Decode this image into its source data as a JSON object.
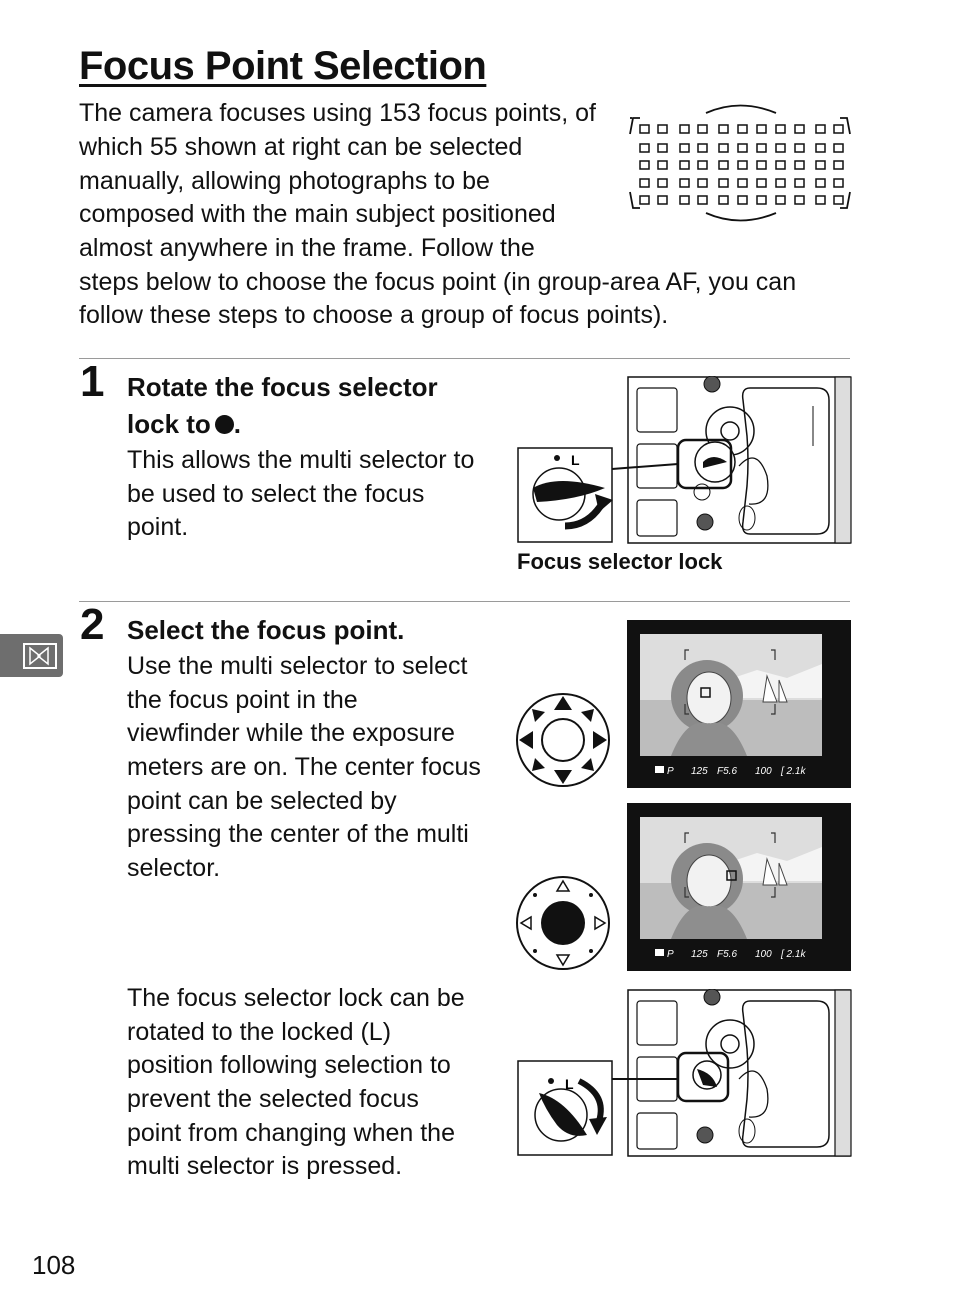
{
  "title": "Focus Point Selection",
  "intro_lines": [
    "The camera focuses using 153 focus points, of",
    "which 55 shown at right can be selected",
    "manually, allowing photographs to be",
    "composed with the main subject positioned",
    "almost anywhere in the frame.  Follow the",
    "steps below to choose the focus point (in group-area AF, you can",
    "follow these steps to choose a group of focus points)."
  ],
  "steps": [
    {
      "number": "1",
      "title_lines": [
        "Rotate the focus selector",
        "lock to"
      ],
      "title_suffix": ".",
      "body_lines": [
        "This allows the multi selector to",
        "be used to select the focus",
        "point."
      ]
    },
    {
      "number": "2",
      "title_lines": [
        "Select the focus point."
      ],
      "body_lines": [
        "Use the multi selector to select",
        "the focus point in the",
        "viewfinder while the exposure",
        "meters are on.  The center focus",
        "point can be selected by",
        "pressing the center of the multi",
        "selector."
      ],
      "note_lines": [
        "The focus selector lock can be",
        "rotated to the locked (L)",
        "position following selection to",
        "prevent the selected focus",
        "point from changing when the",
        "multi selector is pressed."
      ]
    }
  ],
  "figure_caption": "Focus selector lock",
  "lock_label": "L",
  "viewfinder_readout": [
    "P",
    "125",
    "F5.6",
    "100",
    "[ 2.1k"
  ],
  "page_number": "108",
  "section_tab_icon": "shooting-tab-icon"
}
